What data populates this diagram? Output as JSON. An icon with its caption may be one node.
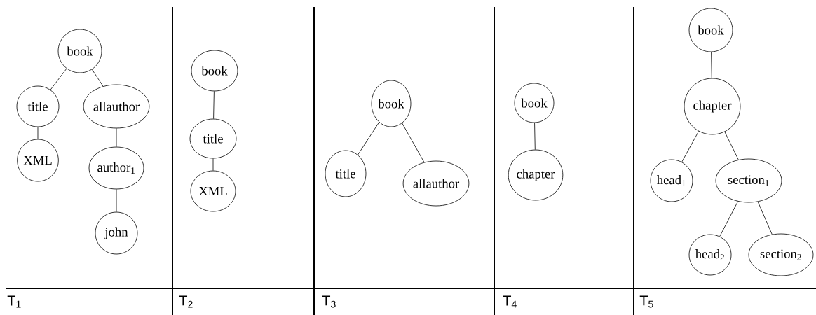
{
  "diagram": {
    "nodes": [
      {
        "text": [
          "book"
        ]
      },
      {
        "text": [
          "title"
        ]
      },
      {
        "text": [
          "allauthor"
        ]
      },
      {
        "text": [
          "XML"
        ]
      },
      {
        "text": [
          "author$_{1}$"
        ]
      },
      {
        "text": [
          "john"
        ]
      },
      {
        "text": [
          "book"
        ]
      },
      {
        "text": [
          "title"
        ]
      },
      {
        "text": [
          "XML"
        ]
      },
      {
        "text": [
          "book"
        ]
      },
      {
        "text": [
          "title"
        ]
      },
      {
        "text": [
          "allauthor"
        ]
      },
      {
        "text": [
          "book"
        ]
      },
      {
        "text": [
          "chapter"
        ]
      },
      {
        "text": [
          "book"
        ]
      },
      {
        "text": [
          "chapter"
        ]
      },
      {
        "text": [
          "head$_{1}$"
        ]
      },
      {
        "text": [
          "section$_{1}$"
        ]
      },
      {
        "text": [
          "head$_{2}$"
        ]
      },
      {
        "text": [
          "section$_{2}$"
        ]
      }
    ],
    "edges": [
      {
        "from": 0,
        "to": 1,
        "arrow": "none"
      },
      {
        "from": 0,
        "to": 2,
        "arrow": "none"
      },
      {
        "from": 1,
        "to": 3,
        "arrow": "none"
      },
      {
        "from": 2,
        "to": 4,
        "arrow": "none"
      },
      {
        "from": 4,
        "to": 5,
        "arrow": "none"
      },
      {
        "from": 6,
        "to": 7,
        "arrow": "none"
      },
      {
        "from": 7,
        "to": 8,
        "arrow": "none"
      },
      {
        "from": 9,
        "to": 10,
        "arrow": "none"
      },
      {
        "from": 9,
        "to": 11,
        "arrow": "none"
      },
      {
        "from": 12,
        "to": 13,
        "arrow": "none"
      },
      {
        "from": 14,
        "to": 15,
        "arrow": "none"
      },
      {
        "from": 15,
        "to": 16,
        "arrow": "none"
      },
      {
        "from": 15,
        "to": 17,
        "arrow": "none"
      },
      {
        "from": 17,
        "to": 18,
        "arrow": "none"
      },
      {
        "from": 17,
        "to": 19,
        "arrow": "none"
      }
    ],
    "labels": [
      "T$_{1}$",
      "T$_{2}$",
      "T$_{3}$",
      "T$_{4}$",
      "T$_{5}$"
    ]
  }
}
